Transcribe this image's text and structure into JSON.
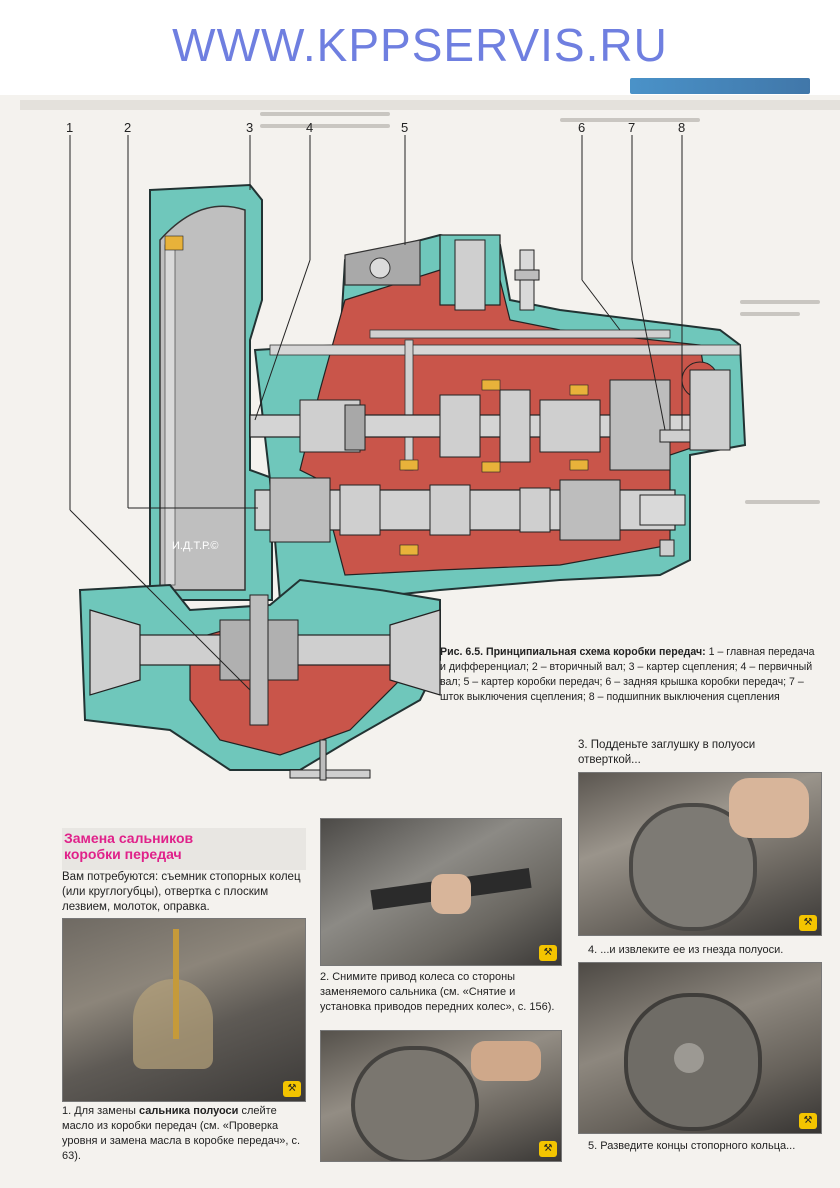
{
  "banner": {
    "url": "WWW.KPPSERVIS.RU"
  },
  "diagram": {
    "callouts": [
      "1",
      "2",
      "3",
      "4",
      "5",
      "6",
      "7",
      "8"
    ],
    "stamp": "И.Д.Т.Р.©"
  },
  "caption": {
    "title": "Рис. 6.5. Принципиальная схема коробки передач:",
    "body": "1 – главная передача и дифференциал; 2 – вторичный вал; 3 – картер сцепления; 4 – первичный вал; 5 – картер коробки передач; 6 – задняя крышка коробки передач; 7 – шток выключения сцепления; 8 – подшипник выключения сцепления"
  },
  "section": {
    "heading_line1": "Замена сальников",
    "heading_line2": "коробки передач",
    "tools_text": "Вам потребуются: съемник стопорных колец (или круглогубцы), отвертка с плоским лезвием, молоток, оправка."
  },
  "steps": {
    "s1_pre": "1. Для замены ",
    "s1_bold": "сальника полуоси",
    "s1_post": " слейте масло из коробки передач (см. «Проверка уровня и замена масла в коробке передач», с. 63).",
    "s2": "2. Снимите привод колеса со стороны заменяемого сальника (см. «Снятие и установка приводов передних колес», с. 156).",
    "s3": "3. Подденьте заглушку в полуоси отверткой...",
    "s4": "4. ...и извлеките ее из гнезда полуоси.",
    "s5": "5. Разведите концы стопорного кольца..."
  },
  "colors": {
    "banner_text": "#6f7fe0",
    "housing": "#6fc7bb",
    "red_part": "#c9554a",
    "heading_pink": "#e0218a"
  }
}
